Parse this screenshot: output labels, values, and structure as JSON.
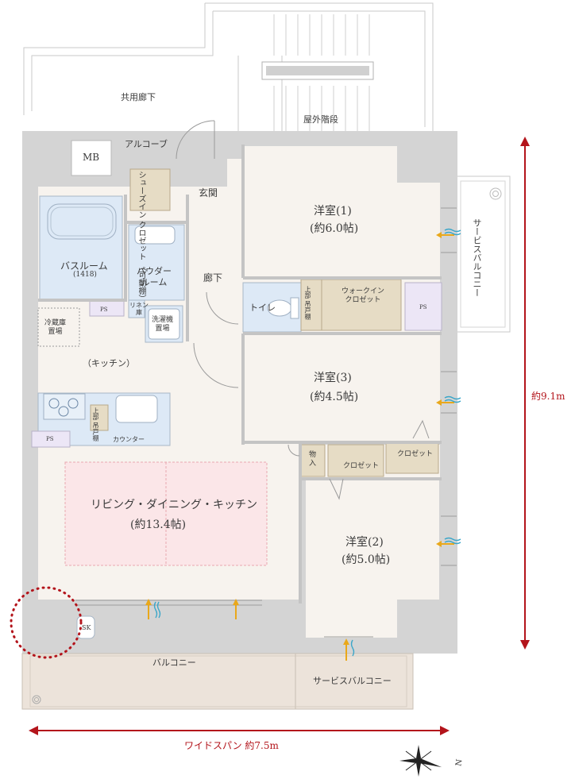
{
  "labels": {
    "common_corridor": "共用廊下",
    "outdoor_stairs": "屋外階段",
    "alcove": "アルコーブ",
    "mb": "MB",
    "shoes_closet": "シューズイン\nクロゼット\n（可動棚）",
    "entrance": "玄関",
    "bathroom": "バスルーム",
    "bathroom_size": "(1418)",
    "powder_room": "パウダー\nルーム",
    "linen": "リネン\n庫",
    "washer": "洗濯機\n置場",
    "hallway": "廊下",
    "toilet": "トイレ",
    "upper_cabinet_toilet": "上部\n吊戸棚",
    "walkin_closet": "ウォークイン\nクロゼット",
    "ps_right": "PS",
    "ps_bath": "PS",
    "ps_kitchen": "PS",
    "fridge": "冷蔵庫\n置場",
    "kitchen": "（キッチン）",
    "upper_cabinet_kitchen": "上部\n吊戸棚",
    "counter": "カウンター",
    "storage": "物\n入",
    "closet_a": "クロゼット",
    "closet_b": "クロゼット",
    "balcony": "バルコニー",
    "service_balcony_bottom": "サービスバルコニー",
    "service_balcony_right": "サービスバルコニー",
    "sk": "SK"
  },
  "rooms": {
    "western1_name": "洋室(1)",
    "western1_size": "(約6.0帖)",
    "western3_name": "洋室(3)",
    "western3_size": "(約4.5帖)",
    "western2_name": "洋室(2)",
    "western2_size": "(約5.0帖)",
    "ldk_name": "リビング・ダイニング・キッチン",
    "ldk_size": "(約13.4帖)"
  },
  "dimensions": {
    "width_label": "ワイドスパン 約7.5m",
    "height_label": "約9.1m"
  },
  "compass": {
    "north": "N"
  },
  "colors": {
    "floor": "#f7f3ee",
    "wet_area": "#dde9f6",
    "storage": "#e6dcc5",
    "ldk_highlight": "#fbe6e8",
    "wall": "#d4d4d4",
    "balcony": "#ece3da",
    "dimension": "#b3141b",
    "airflow_arrow": "#e9a81b",
    "breeze": "#3aa6c9"
  }
}
